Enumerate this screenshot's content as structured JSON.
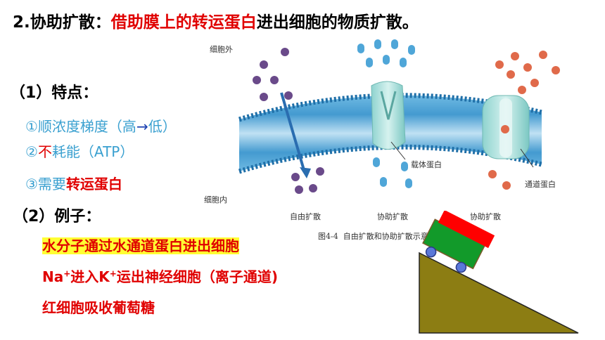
{
  "heading": {
    "prefix": "2.协助扩散：",
    "highlight": "借助膜上的转运蛋白",
    "suffix": "进出细胞的物质扩散。"
  },
  "features": {
    "label": "（1）特点：",
    "item1_prefix": "①顺浓度梯度（高",
    "item1_arrow": "→",
    "item1_suffix": "低）",
    "item2_prefix": "②",
    "item2_red": "不",
    "item2_suffix": "耗能（ATP）",
    "item3_prefix": "③需要",
    "item3_red": "转运蛋白"
  },
  "examples": {
    "label": "（2）例子：",
    "ex1": "水分子通过水通道蛋白进出细胞",
    "ex2_a": "Na",
    "ex2_sup1": "+",
    "ex2_b": "进入K",
    "ex2_sup2": "+",
    "ex2_c": "运出神经细胞（离子通道)",
    "ex3": "红细胞吸收葡萄糖"
  },
  "figure": {
    "outside": "细胞外",
    "inside": "细胞内",
    "carrier": "载体蛋白",
    "channel": "通道蛋白",
    "col1": "自由扩散",
    "col2": "协助扩散",
    "col3": "协助扩散",
    "caption_prefix": "图4-4",
    "caption_text": "自由扩散和协助扩散示意图"
  },
  "colors": {
    "accent_red": "#e00000",
    "feature_blue": "#3aa0d0",
    "highlight_yellow": "#ffff33",
    "ramp_olive": "#8c7d13",
    "cart_green": "#129a2a",
    "cart_red": "#ff0000",
    "wheel_blue": "#5a78d8"
  }
}
